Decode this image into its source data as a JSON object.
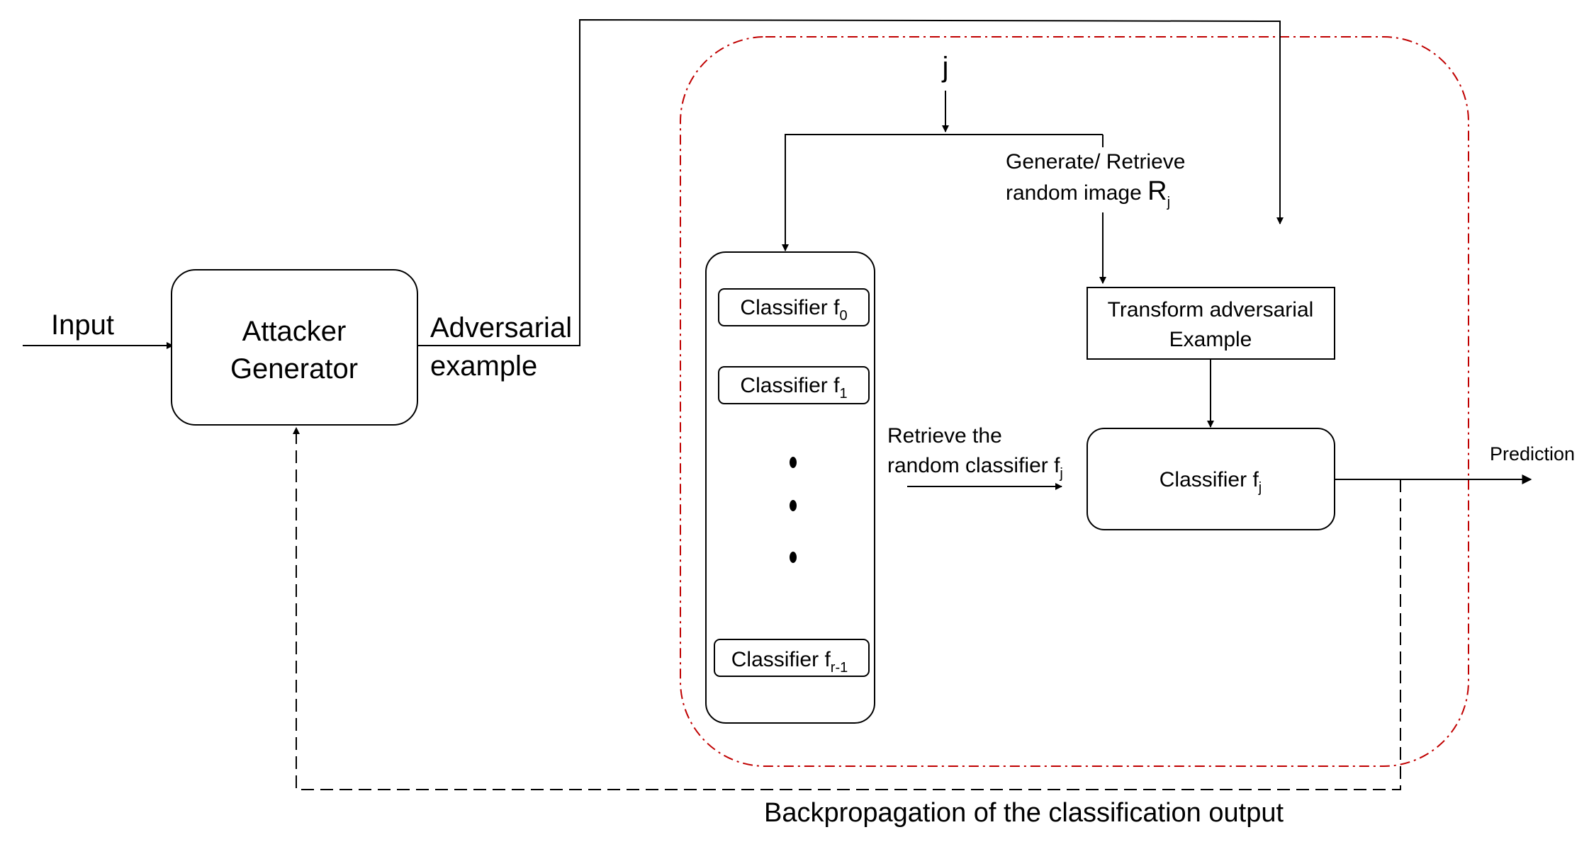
{
  "labels": {
    "input": "Input",
    "attacker_line1": "Attacker",
    "attacker_line2": "Generator",
    "adversarial_line1": "Adversarial",
    "adversarial_line2": "example",
    "j": "j",
    "generate_line1": "Generate/ Retrieve",
    "generate_line2_text": "random image ",
    "generate_symbol": "R",
    "generate_sub": "j",
    "transform_line1": "Transform adversarial",
    "transform_line2": "Example",
    "classifier_f0_text": "Classifier f",
    "classifier_f0_sub": "0",
    "classifier_f1_text": "Classifier f",
    "classifier_f1_sub": "1",
    "classifier_fr1_text": "Classifier f",
    "classifier_fr1_sub": "r-1",
    "retrieve_line1": "Retrieve the",
    "retrieve_line2_text": "random classifier f",
    "retrieve_sub": "j",
    "classifier_fj_text": "Classifier f",
    "classifier_fj_sub": "j",
    "prediction": "Prediction",
    "backprop": "Backpropagation of the classification output"
  },
  "colors": {
    "line": "#000000",
    "red_boundary": "#c00000"
  }
}
